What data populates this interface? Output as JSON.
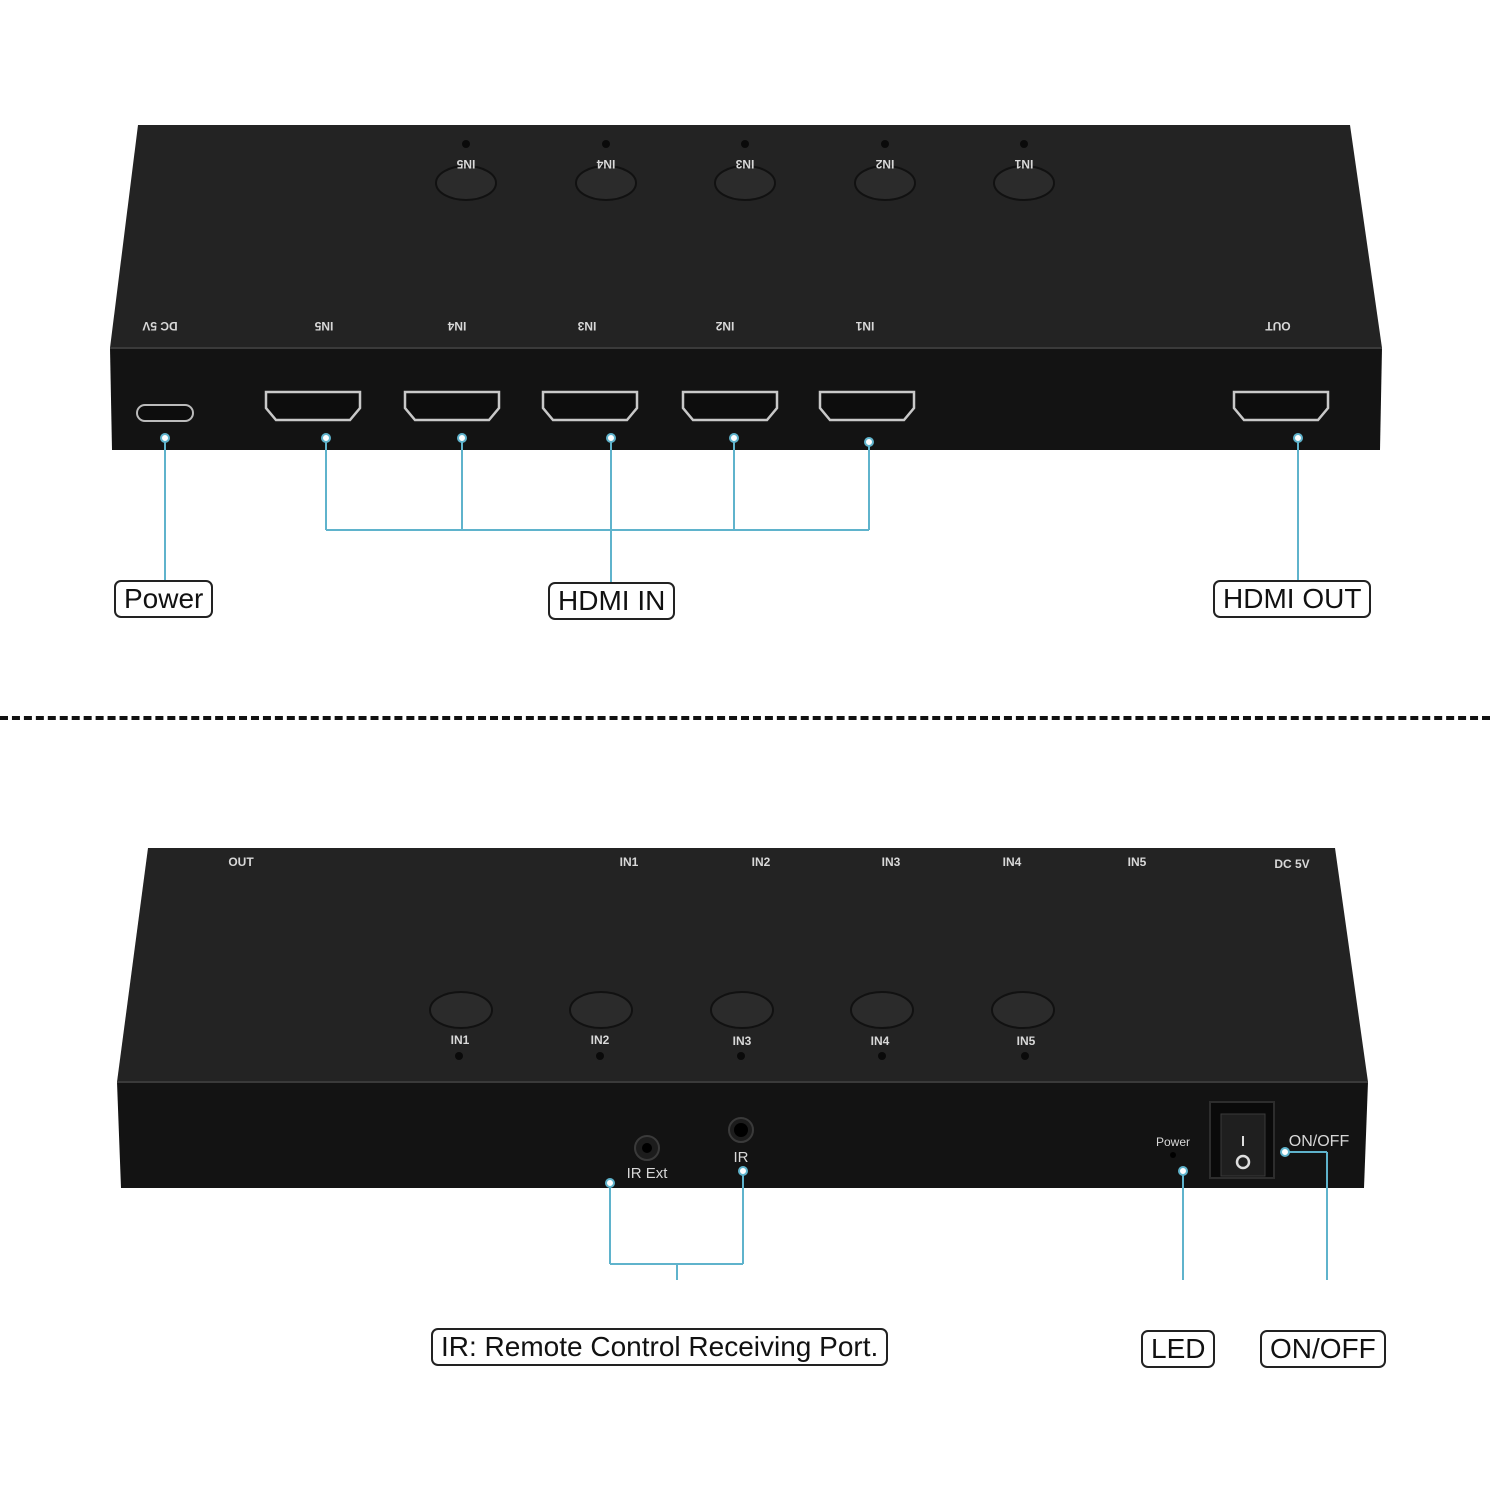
{
  "colors": {
    "device_top": "#232323",
    "device_front": "#151515",
    "callout_line": "#5fb3cc",
    "button": "#2a2a2a",
    "label_text": "#d8d8d8"
  },
  "top_view": {
    "button_labels": [
      "IN5",
      "IN4",
      "IN3",
      "IN2",
      "IN1"
    ],
    "port_labels": [
      "DC 5V",
      "IN5",
      "IN4",
      "IN3",
      "IN2",
      "IN1",
      "OUT"
    ],
    "callouts": {
      "power": "Power",
      "hdmi_in": "HDMI IN",
      "hdmi_out": "HDMI OUT"
    }
  },
  "bottom_view": {
    "top_labels": [
      "OUT",
      "IN1",
      "IN2",
      "IN3",
      "IN4",
      "IN5",
      "DC 5V"
    ],
    "button_labels": [
      "IN1",
      "IN2",
      "IN3",
      "IN4",
      "IN5"
    ],
    "port_labels": {
      "ir_ext": "IR Ext",
      "ir": "IR",
      "power_led": "Power",
      "switch": "ON/OFF"
    },
    "callouts": {
      "ir": "IR: Remote Control Receiving Port.",
      "led": "LED",
      "onoff": "ON/OFF"
    }
  }
}
